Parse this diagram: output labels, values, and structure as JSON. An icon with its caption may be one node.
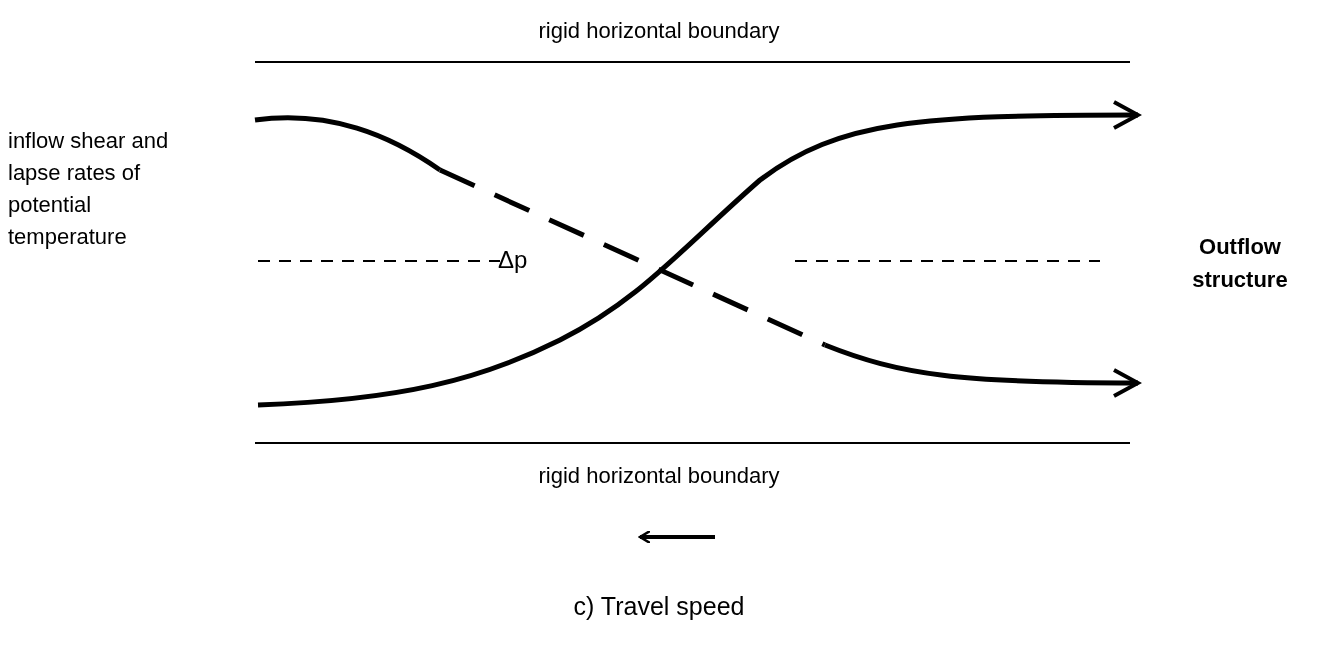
{
  "diagram": {
    "caption": "c) Travel speed",
    "labels": [
      "rigid horizontal boundary",
      "inflow shear and lapse rates of potential temperature",
      "Δp",
      "Outflow structure",
      "rigid horizontal boundary"
    ]
  }
}
